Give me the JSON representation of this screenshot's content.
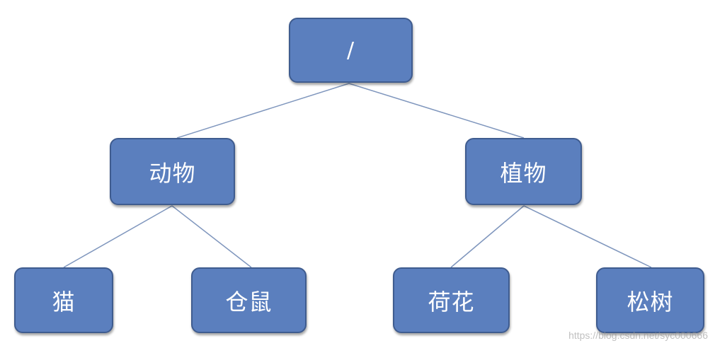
{
  "tree": {
    "root": {
      "label": "/"
    },
    "animal": {
      "label": "动物"
    },
    "plant": {
      "label": "植物"
    },
    "cat": {
      "label": "猫"
    },
    "hamster": {
      "label": "仓鼠"
    },
    "lotus": {
      "label": "荷花"
    },
    "pine": {
      "label": "松树"
    }
  },
  "watermark": "https://blog.csdn.net/syc000666",
  "colors": {
    "node_fill": "#5b7fbe",
    "node_border": "#3f5c8f",
    "node_text": "#ffffff",
    "edge": "#7f96bd"
  }
}
